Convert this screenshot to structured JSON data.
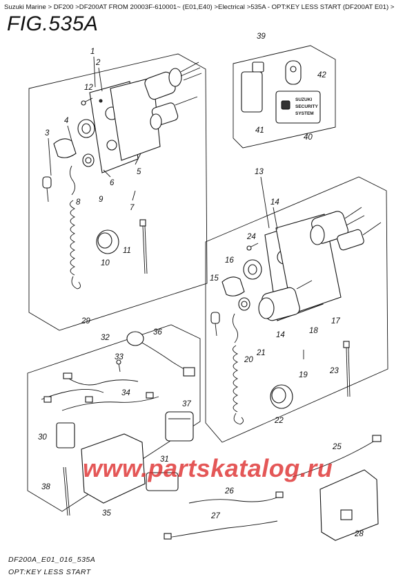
{
  "breadcrumb": "Suzuki Marine > DF200 >DF200AT FROM 20003F-610001~ (E01,E40) >Electrical >535A - OPT:KEY LESS START (DF200AT E01) >",
  "figure_title": "FIG.535A",
  "footer_code": "DF200A_E01_016_535A",
  "footer_title": "OPT:KEY LESS START",
  "watermark": "www.partskatalog.ru",
  "security_label": {
    "line1": "SUZUKI",
    "line2": "SECURITY",
    "line3": "SYSTEM"
  },
  "callouts": [
    "1",
    "2",
    "3",
    "4",
    "5",
    "6",
    "7",
    "8",
    "9",
    "10",
    "11",
    "12",
    "13",
    "14",
    "15",
    "16",
    "17",
    "18",
    "19",
    "20",
    "21",
    "22",
    "23",
    "24",
    "25",
    "26",
    "27",
    "28",
    "29",
    "30",
    "31",
    "32",
    "33",
    "34",
    "35",
    "36",
    "37",
    "38",
    "39",
    "40",
    "41",
    "42"
  ]
}
